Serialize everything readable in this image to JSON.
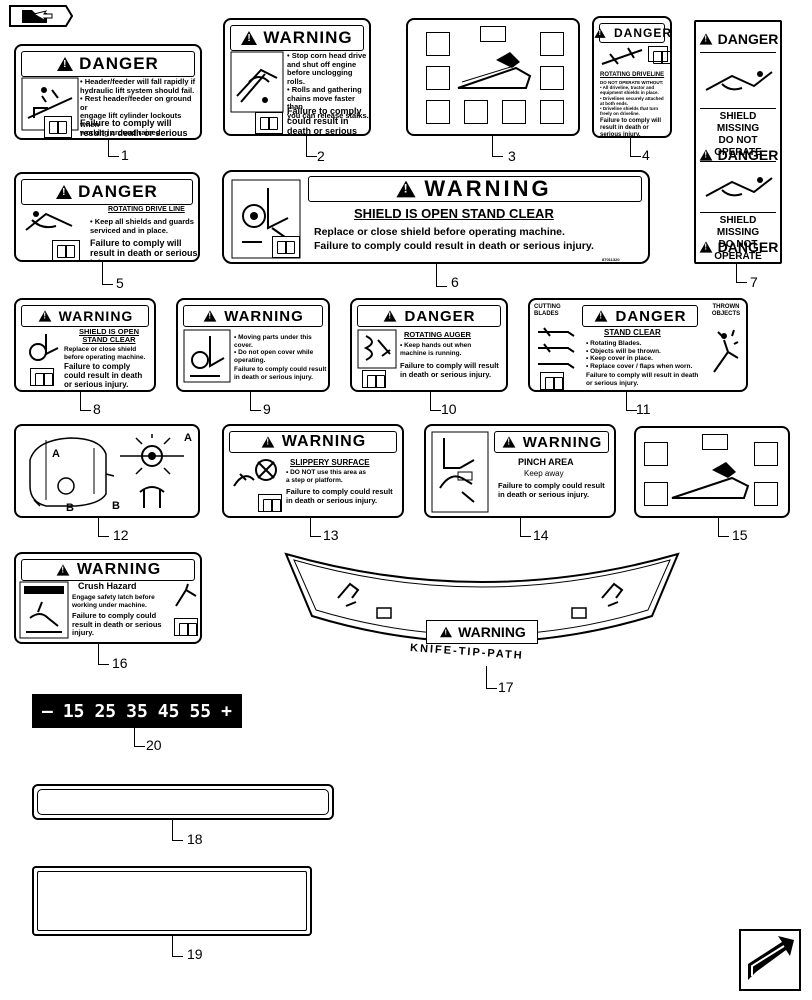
{
  "nav": {
    "top_icon": "folder-arrow-icon",
    "bottom_icon": "next-page-arrow-icon"
  },
  "callouts": [
    "1",
    "2",
    "3",
    "4",
    "5",
    "6",
    "7",
    "8",
    "9",
    "10",
    "11",
    "12",
    "13",
    "14",
    "15",
    "16",
    "17",
    "18",
    "19",
    "20"
  ],
  "d1": {
    "header": "DANGER",
    "lines": [
      "• Header/feeder will fall rapidly if",
      "hydraulic lift system should fail.",
      "• Rest header/feeder on ground or",
      "engage lift cylinder lockouts when",
      "working around raised header/feeder."
    ],
    "foot": "Failure to comply will result in death or serious injury."
  },
  "d2": {
    "header": "WARNING",
    "lines": [
      "• Stop corn head drive",
      "and shut off engine",
      "before unclogging rolls.",
      "• Rolls and gathering",
      "chains move faster than",
      "you can release stalks."
    ],
    "foot": "Failure to comply could result in death or serious injury."
  },
  "d4": {
    "header": "DANGER",
    "sub": "ROTATING DRIVELINE",
    "sub2": "DO NOT OPERATE WITHOUT:",
    "lines": [
      "• All driveline, tractor and",
      "equipment shields in place.",
      "• Drivelines securely attached",
      "at both ends.",
      "• Driveline shields that turn",
      "freely on driveline."
    ],
    "foot": "Failure to comply will result in death or serious injury."
  },
  "d5": {
    "header": "DANGER",
    "sub": "ROTATING DRIVE LINE",
    "lines": [
      "• Keep all shields and guards",
      "serviced and in place."
    ],
    "foot": "Failure to comply will result in death or serious injury."
  },
  "d6": {
    "header": "WARNING",
    "sub": "SHIELD IS OPEN STAND CLEAR",
    "l1": "Replace or close shield before operating machine.",
    "l2": "Failure to comply could result in death or serious injury.",
    "code": "87011320"
  },
  "d7": {
    "h1": "DANGER",
    "m1": "SHIELD MISSING",
    "m2": "DO NOT OPERATE",
    "h2": "DANGER",
    "m3": "SHIELD MISSING",
    "m4": "DO NOT OPERATE",
    "h3": "DANGER"
  },
  "d8": {
    "header": "WARNING",
    "sub1": "SHIELD IS OPEN",
    "sub2": "STAND CLEAR",
    "lines": [
      "Replace or close shield",
      "before operating machine."
    ],
    "foot": "Failure to comply could result in death or serious injury."
  },
  "d9": {
    "header": "WARNING",
    "lines": [
      "• Moving parts under this",
      "cover.",
      "• Do not open cover while",
      "operating."
    ],
    "foot": "Failure to comply could result in death or serious injury."
  },
  "d10": {
    "header": "DANGER",
    "sub": "ROTATING AUGER",
    "lines": [
      "• Keep hands out when",
      "machine is running."
    ],
    "foot": "Failure to comply will result in death or serious injury."
  },
  "d11": {
    "header": "DANGER",
    "left": "CUTTING BLADES",
    "right": "THROWN OBJECTS",
    "sub": "STAND CLEAR",
    "lines": [
      "• Rotating Blades.",
      "• Objects will be thrown.",
      "• Keep cover in place.",
      "• Replace cover / flaps when worn."
    ],
    "foot": "Failure to comply will result in death or serious injury."
  },
  "d12": {
    "a1": "A",
    "a2": "A",
    "b1": "B",
    "b2": "B"
  },
  "d13": {
    "header": "WARNING",
    "sub": "SLIPPERY SURFACE",
    "lines": [
      "• DO NOT use this area as",
      "a step or platform."
    ],
    "foot": "Failure to comply could result in death or serious injury."
  },
  "d14": {
    "header": "WARNING",
    "sub1": "PINCH AREA",
    "sub2": "Keep away",
    "foot": "Failure to comply could result in death or serious injury."
  },
  "d16": {
    "header": "WARNING",
    "sub": "Crush Hazard",
    "lines": [
      "Engage safety latch before",
      "working under machine."
    ],
    "foot": "Failure to comply could result in death or serious injury."
  },
  "d17": {
    "header": "WARNING",
    "path": "KNIFE-TIP-PATH"
  },
  "d20": {
    "minus": "–",
    "ticks": [
      "15",
      "25",
      "35",
      "45",
      "55"
    ],
    "plus": "+"
  }
}
